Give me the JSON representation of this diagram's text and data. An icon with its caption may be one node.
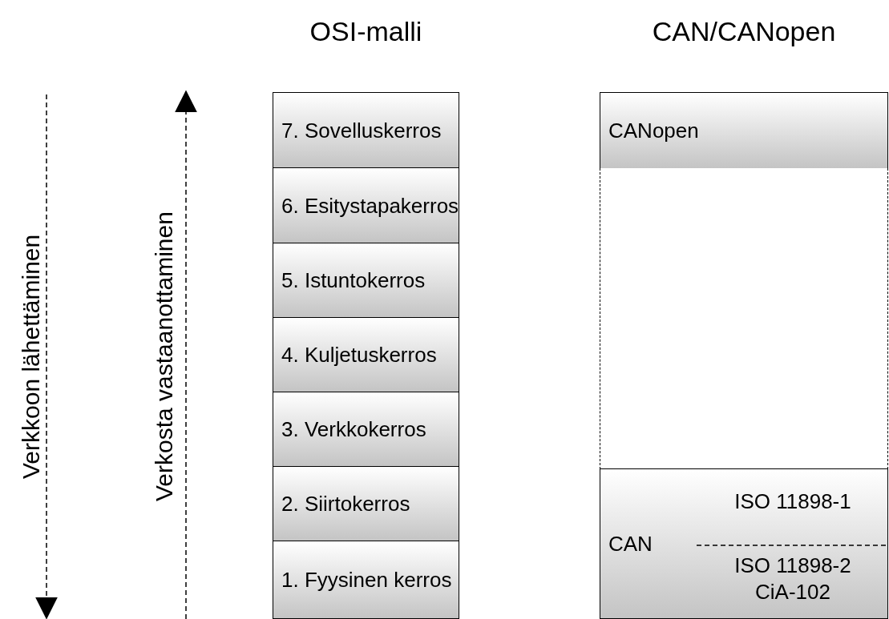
{
  "diagram": {
    "nodes": [
      {
        "text": [
          "OSI-malli"
        ]
      },
      {
        "text": [
          "7. Sovelluskerros"
        ],
        "in": 0
      },
      {
        "text": [
          "6. Esitystapakerros"
        ],
        "in": 0
      },
      {
        "text": [
          "5. Istuntokerros"
        ],
        "in": 0
      },
      {
        "text": [
          "4. Kuljetuskerros"
        ],
        "in": 0
      },
      {
        "text": [
          "3. Verkkokerros"
        ],
        "in": 0
      },
      {
        "text": [
          "2. Siirtokerros"
        ],
        "in": 0
      },
      {
        "text": [
          "1. Fyysinen kerros"
        ],
        "in": 0
      },
      {
        "text": [
          "CAN/CANopen"
        ]
      },
      {
        "text": [
          "CANopen"
        ],
        "in": 8
      },
      {
        "text": [],
        "shape": "box",
        "in": 8
      },
      {
        "text": [
          "CAN",
          "ISO 11898-1",
          "ISO 11898-2 CiA-102"
        ],
        "in": 8
      }
    ],
    "labels": [
      "Verkkoon lähettäminen",
      "Verkosta vastaanottaminen"
    ]
  }
}
